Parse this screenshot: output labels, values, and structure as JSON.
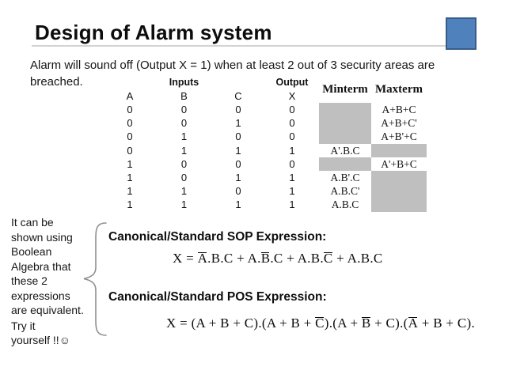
{
  "slide": {
    "title": "Design of Alarm system",
    "intro_lines": [
      "Alarm will sound off (Output X = 1) when at least 2 out of 3 security areas are",
      "breached."
    ]
  },
  "truth_table": {
    "inputs_label": "Inputs",
    "output_label": "Output",
    "minterm_label": "Minterm",
    "maxterm_label": "Maxterm",
    "col_headers": [
      "A",
      "B",
      "C",
      "X"
    ],
    "rows": [
      {
        "A": "0",
        "B": "0",
        "C": "0",
        "X": "0",
        "minterm": "",
        "maxterm": "A+B+C"
      },
      {
        "A": "0",
        "B": "0",
        "C": "1",
        "X": "0",
        "minterm": "",
        "maxterm": "A+B+C'"
      },
      {
        "A": "0",
        "B": "1",
        "C": "0",
        "X": "0",
        "minterm": "",
        "maxterm": "A+B'+C"
      },
      {
        "A": "0",
        "B": "1",
        "C": "1",
        "X": "1",
        "minterm": "A'.B.C",
        "maxterm": ""
      },
      {
        "A": "1",
        "B": "0",
        "C": "0",
        "X": "0",
        "minterm": "",
        "maxterm": "A'+B+C"
      },
      {
        "A": "1",
        "B": "0",
        "C": "1",
        "X": "1",
        "minterm": "A.B'.C",
        "maxterm": ""
      },
      {
        "A": "1",
        "B": "1",
        "C": "0",
        "X": "1",
        "minterm": "A.B.C'",
        "maxterm": ""
      },
      {
        "A": "1",
        "B": "1",
        "C": "1",
        "X": "1",
        "minterm": "A.B.C",
        "maxterm": ""
      }
    ]
  },
  "note": {
    "lines": [
      "It can be",
      "shown using",
      "Boolean",
      "Algebra that",
      "these 2",
      "expressions",
      "are equivalent."
    ],
    "try_lines": [
      "Try it",
      "yourself !!☺"
    ]
  },
  "expressions": {
    "sop_heading": "Canonical/Standard SOP Expression:",
    "sop_formula": [
      {
        "t": "X = "
      },
      {
        "t": "A",
        "ov": true
      },
      {
        "t": ".B.C + A."
      },
      {
        "t": "B",
        "ov": true
      },
      {
        "t": ".C + A.B."
      },
      {
        "t": "C",
        "ov": true
      },
      {
        "t": " + A.B.C"
      }
    ],
    "pos_heading": "Canonical/Standard POS Expression:",
    "pos_formula": [
      {
        "t": "X = (A + B + C).(A + B + "
      },
      {
        "t": "C",
        "ov": true
      },
      {
        "t": ").(A + "
      },
      {
        "t": "B",
        "ov": true
      },
      {
        "t": " + C).("
      },
      {
        "t": "A",
        "ov": true
      },
      {
        "t": " + B + C)."
      }
    ]
  },
  "colors": {
    "accent_square_fill": "#4f81bd",
    "accent_square_border": "#385d8a",
    "placeholder_gray": "#bfbfbf"
  }
}
